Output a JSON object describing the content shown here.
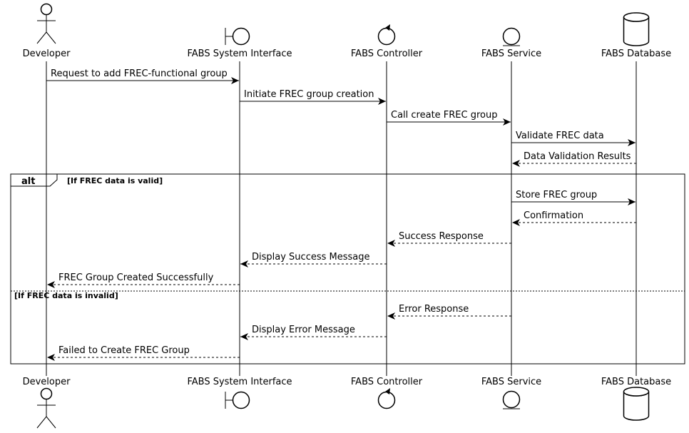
{
  "participants": [
    {
      "id": "developer",
      "name": "Developer",
      "kind": "actor"
    },
    {
      "id": "interface",
      "name": "FABS System Interface",
      "kind": "boundary"
    },
    {
      "id": "controller",
      "name": "FABS Controller",
      "kind": "control"
    },
    {
      "id": "service",
      "name": "FABS Service",
      "kind": "entity"
    },
    {
      "id": "database",
      "name": "FABS Database",
      "kind": "database"
    }
  ],
  "messages": [
    {
      "from": "developer",
      "to": "interface",
      "text": "Request to add FREC-functional group",
      "style": "solid"
    },
    {
      "from": "interface",
      "to": "controller",
      "text": "Initiate FREC group creation",
      "style": "solid"
    },
    {
      "from": "controller",
      "to": "service",
      "text": "Call create FREC group",
      "style": "solid"
    },
    {
      "from": "service",
      "to": "database",
      "text": "Validate FREC data",
      "style": "solid"
    },
    {
      "from": "database",
      "to": "service",
      "text": "Data Validation Results",
      "style": "dashed"
    },
    {
      "from": "service",
      "to": "database",
      "text": "Store FREC group",
      "style": "solid"
    },
    {
      "from": "database",
      "to": "service",
      "text": "Confirmation",
      "style": "dashed"
    },
    {
      "from": "service",
      "to": "controller",
      "text": "Success Response",
      "style": "dashed"
    },
    {
      "from": "controller",
      "to": "interface",
      "text": "Display Success Message",
      "style": "dashed"
    },
    {
      "from": "interface",
      "to": "developer",
      "text": "FREC Group Created Successfully",
      "style": "dashed"
    },
    {
      "from": "service",
      "to": "controller",
      "text": "Error Response",
      "style": "dashed"
    },
    {
      "from": "controller",
      "to": "interface",
      "text": "Display Error Message",
      "style": "dashed"
    },
    {
      "from": "interface",
      "to": "developer",
      "text": "Failed to Create FREC Group",
      "style": "dashed"
    }
  ],
  "fragment": {
    "keyword": "alt",
    "guards": [
      "[If FREC data is valid]",
      "[If FREC data is invalid]"
    ]
  }
}
